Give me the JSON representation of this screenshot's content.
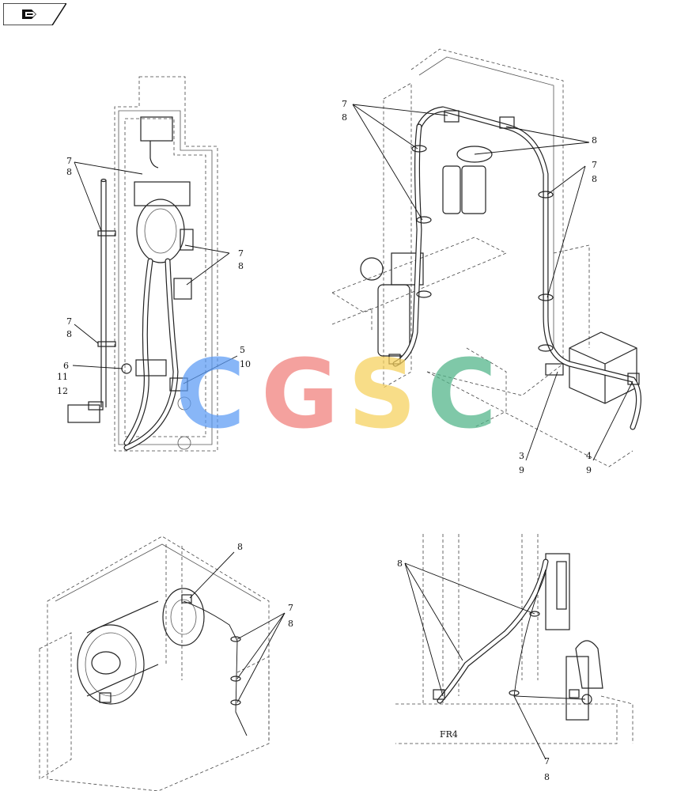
{
  "nav": {
    "icon": "back-arrow-icon"
  },
  "watermark": {
    "letters": [
      "C",
      "G",
      "S",
      "C"
    ],
    "colors": [
      "#5b9bf5",
      "#f07e7a",
      "#f6d15b",
      "#4fb487"
    ]
  },
  "callouts": {
    "tl_a": [
      "7",
      "8"
    ],
    "tl_b": [
      "7",
      "8"
    ],
    "tl_c": [
      "7",
      "8"
    ],
    "tl_d": [
      "6"
    ],
    "tl_e": [
      "11",
      "12"
    ],
    "tl_f": [
      "5"
    ],
    "tl_g": [
      "10"
    ],
    "tr_a": [
      "7",
      "8"
    ],
    "tr_b": [
      "8"
    ],
    "tr_c": [
      "7",
      "8"
    ],
    "tr_d": [
      "3",
      "9"
    ],
    "tr_e": [
      "4",
      "9"
    ],
    "bl_a": [
      "8"
    ],
    "bl_b": [
      "7",
      "8"
    ],
    "br_a": [
      "8"
    ],
    "br_b": [
      "7",
      "8"
    ]
  },
  "frame_label": "FR4"
}
